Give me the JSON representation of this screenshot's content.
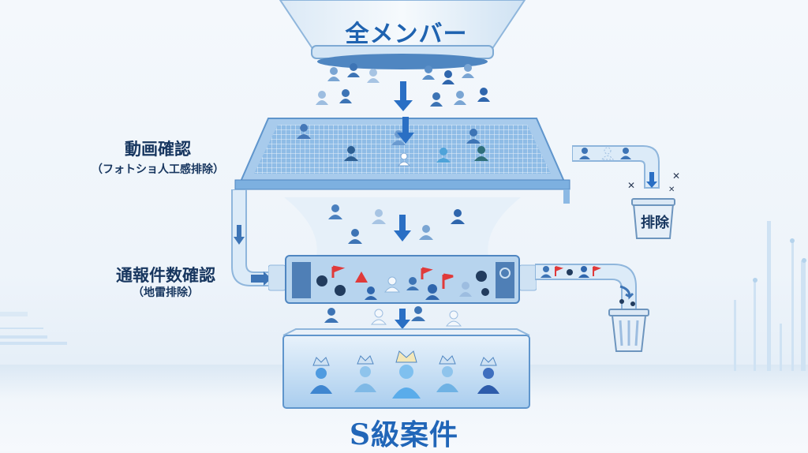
{
  "diagram": {
    "type": "filter-funnel",
    "top_label": "全メンバー",
    "stage1": {
      "title": "動画確認",
      "subtitle": "（フォトショ人工感排除）",
      "reject_bin_label": "排除"
    },
    "stage2": {
      "title": "通報件数確認",
      "subtitle": "（地雷排除）",
      "reject_bin_label": ""
    },
    "result_label": "S級案件",
    "result_count": 5
  },
  "colors": {
    "primary_blue": "#1f63b0",
    "dark_navy": "#17365f",
    "light_glass": "#cfe3f5",
    "flag_red": "#e03a3a",
    "background": "#eef4fa"
  },
  "icons": {
    "person": "person-icon",
    "arrow": "arrow-down-icon",
    "flag": "red-flag-icon",
    "warning": "warning-triangle-icon",
    "virus": "virus-icon",
    "crown": "crown-icon",
    "trash": "trash-bin-icon",
    "x": "x-mark-icon"
  }
}
